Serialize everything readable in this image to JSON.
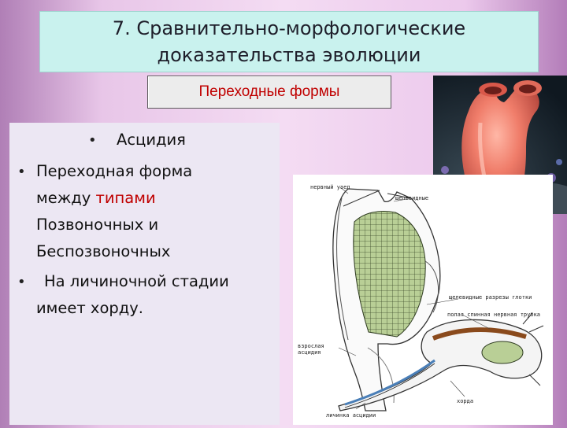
{
  "slide": {
    "title_line1": "7. Сравнительно-морфологические",
    "title_line2": "доказательства эволюции",
    "subtitle": "Переходные формы"
  },
  "content": {
    "heading_bullet": "•",
    "heading": "Асцидия",
    "bullet_1": "•",
    "item1_line1": "Переходная форма",
    "item1_line2_pre": "между ",
    "item1_line2_accent": "типами",
    "item1_line3": "Позвоночных и",
    "item1_line4": "Беспозвоночных",
    "bullet_2": "•",
    "item2_line1": "На личиночной стадии",
    "item2_line2": "имеет хорду."
  },
  "diagram": {
    "labels": {
      "nerve_node": "нервный узел",
      "gill_slits": "щелевидные",
      "gill_slits_throat": "щелевидные разрезы глотки",
      "hollow_nerve_tube": "полая спинная нервная трубка",
      "adult_ascidian_1": "взрослая",
      "adult_ascidian_2": "асцидия",
      "chord": "хорда",
      "larva": "личинка асцидии"
    }
  },
  "colors": {
    "title_bg": "#c9f2ee",
    "accent": "#c00000",
    "panel_bg": "#ece7f3"
  }
}
